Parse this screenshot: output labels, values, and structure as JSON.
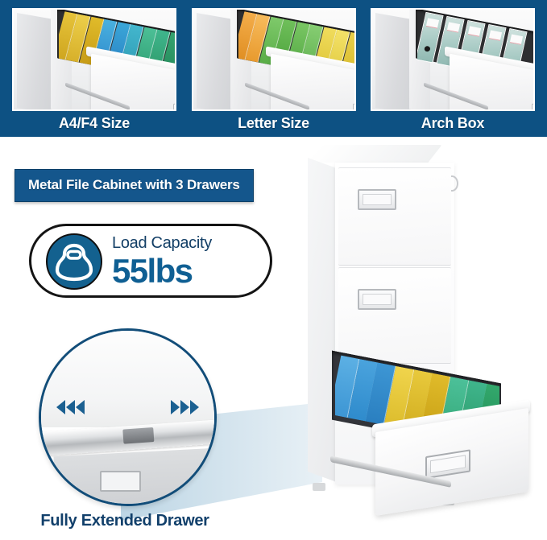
{
  "meta": {
    "type": "product-infographic",
    "brand_blue": "#0d5183",
    "accent_blue": "#14568c",
    "text_navy": "#12406b"
  },
  "banner": {
    "background_color": "#0d5183",
    "cards": [
      {
        "caption": "A4/F4 Size",
        "photo_name": "drawer-with-a4-hanging-files",
        "folder_colors": [
          "#e0bb2a",
          "#e8c93c",
          "#d9b326",
          "#3aa6d8",
          "#2f93c9",
          "#39b0c4",
          "#3fb58c",
          "#35a36f",
          "#2e9a63"
        ]
      },
      {
        "caption": "Letter Size",
        "photo_name": "drawer-with-letter-hanging-files",
        "folder_colors": [
          "#f0a33a",
          "#f2b24d",
          "#6fbf5a",
          "#5cb24e",
          "#64bb55",
          "#7cc568",
          "#ebd04a",
          "#f0dc5c",
          "#e6c93f"
        ]
      },
      {
        "caption": "Arch Box",
        "photo_name": "drawer-with-arch-lever-box-files",
        "binder_color": "#a9cbc5",
        "binder_count": 5
      }
    ]
  },
  "main": {
    "title": "Metal File Cabinet with 3 Drawers",
    "capacity": {
      "icon": "kettlebell-icon",
      "label": "Load Capacity",
      "value": "55lbs",
      "icon_circle_color": "#13618f"
    },
    "zoom_detail": {
      "caption": "Fully Extended Drawer",
      "arrow_icon_left": "chevron-left-icon",
      "arrow_icon_right": "chevron-right-icon",
      "chevrons_per_side": 3,
      "arrow_color": "#1b6091"
    },
    "product": {
      "name": "white-3-drawer-metal-file-cabinet",
      "drawer_count": 3,
      "lock_icon": "key-lock-icon",
      "open_drawer_folder_colors": [
        "#4aa3dd",
        "#3d96d4",
        "#2f8bcc",
        "#e8c93c",
        "#f0d44c",
        "#e0bb2a",
        "#3fb58c",
        "#33a86c",
        "#2b9a60"
      ]
    }
  }
}
